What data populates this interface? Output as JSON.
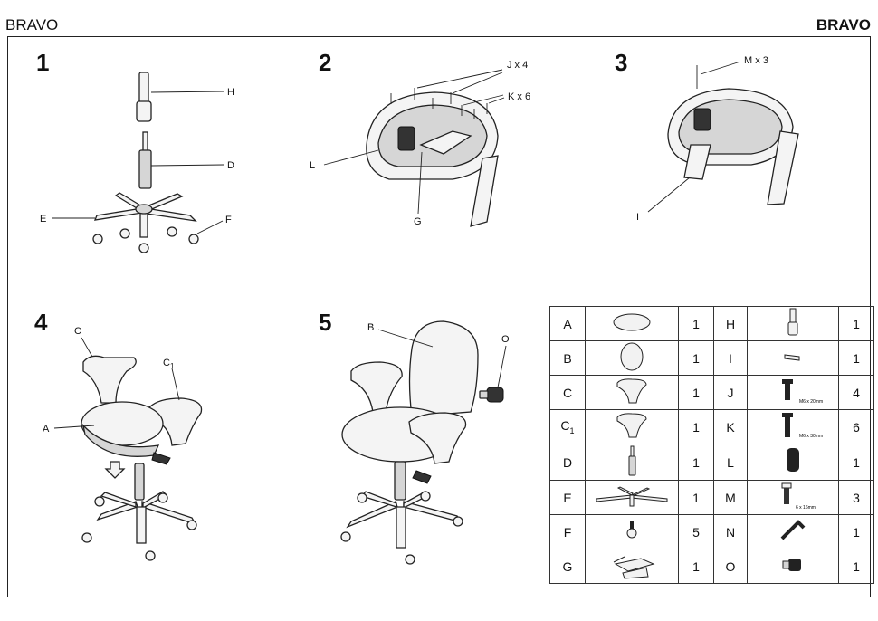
{
  "header": {
    "brand_left": "BRAVO",
    "brand_right": "BRAVO"
  },
  "steps": [
    {
      "number": "1",
      "labels": {
        "h": "H",
        "d": "D",
        "e": "E",
        "f": "F"
      }
    },
    {
      "number": "2",
      "labels": {
        "j": "J x 4",
        "k": "K x 6",
        "l": "L",
        "g": "G"
      }
    },
    {
      "number": "3",
      "labels": {
        "m": "M x 3",
        "i": "I"
      }
    },
    {
      "number": "4",
      "labels": {
        "c": "C",
        "c1": "C",
        "c1_sub": "1",
        "a": "A"
      }
    },
    {
      "number": "5",
      "labels": {
        "b": "B",
        "o": "O"
      }
    }
  ],
  "parts_table": {
    "rows": [
      {
        "left": {
          "letter": "A",
          "qty": "1",
          "icon": "seat-icon"
        },
        "right": {
          "letter": "H",
          "qty": "1",
          "icon": "gas-cover-icon"
        }
      },
      {
        "left": {
          "letter": "B",
          "qty": "1",
          "icon": "backrest-icon"
        },
        "right": {
          "letter": "I",
          "qty": "1",
          "icon": "back-bar-icon"
        }
      },
      {
        "left": {
          "letter": "C",
          "qty": "1",
          "icon": "armrest-icon"
        },
        "right": {
          "letter": "J",
          "qty": "4",
          "icon": "bolt-icon",
          "note": "M6 x 20mm"
        }
      },
      {
        "left": {
          "letter": "C",
          "sub": "1",
          "qty": "1",
          "icon": "armrest-icon"
        },
        "right": {
          "letter": "K",
          "qty": "6",
          "icon": "bolt-icon",
          "note": "M6 x 30mm"
        }
      },
      {
        "left": {
          "letter": "D",
          "qty": "1",
          "icon": "gas-lift-icon"
        },
        "right": {
          "letter": "L",
          "qty": "1",
          "icon": "knob-icon"
        }
      },
      {
        "left": {
          "letter": "E",
          "qty": "1",
          "icon": "star-base-icon"
        },
        "right": {
          "letter": "M",
          "qty": "3",
          "icon": "screw-icon",
          "note": "6 x 16mm"
        }
      },
      {
        "left": {
          "letter": "F",
          "qty": "5",
          "icon": "caster-icon"
        },
        "right": {
          "letter": "N",
          "qty": "1",
          "icon": "hex-key-icon"
        }
      },
      {
        "left": {
          "letter": "G",
          "qty": "1",
          "icon": "mechanism-icon"
        },
        "right": {
          "letter": "O",
          "qty": "1",
          "icon": "tension-knob-icon"
        }
      }
    ]
  }
}
